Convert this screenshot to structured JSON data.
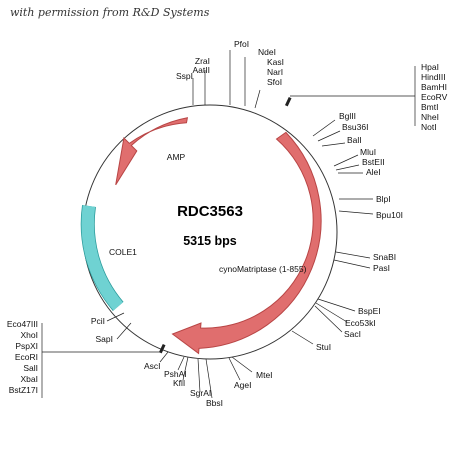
{
  "credit": "with permission from R&D Systems",
  "plasmid": {
    "name": "RDC3563",
    "size": "5315 bps"
  },
  "features": [
    {
      "name": "AMP",
      "color": "#e06e6e",
      "direction": "ccw"
    },
    {
      "name": "COLE1",
      "color": "#6fd2d2",
      "direction": "none"
    },
    {
      "name": "cynoMatriptase (1-855)",
      "color": "#e06e6e",
      "direction": "cw"
    }
  ],
  "sites": {
    "top": [
      "SspI",
      "ZraI",
      "AatII",
      "PfoI",
      "NdeI",
      "KasI",
      "NarI",
      "SfoI"
    ],
    "right_group": [
      "HpaI",
      "HindIII",
      "BamHI",
      "EcoRV",
      "BmtI",
      "NheI",
      "NotI"
    ],
    "right": [
      "BglII",
      "Bsu36I",
      "BalI",
      "MluI",
      "BstEII",
      "AleI",
      "BlpI",
      "Bpu10I",
      "SnaBI",
      "PasI",
      "BspEI",
      "Eco53kI",
      "SacI",
      "StuI"
    ],
    "bottom": [
      "MteI",
      "AgeI",
      "BbsI",
      "SgrAI",
      "KflI",
      "PshAI",
      "AscI"
    ],
    "left": [
      "PciI",
      "SapI"
    ],
    "left_group": [
      "Eco47III",
      "XhoI",
      "PspXI",
      "EcoRI",
      "SalI",
      "XbaI",
      "BstZ17I"
    ]
  }
}
